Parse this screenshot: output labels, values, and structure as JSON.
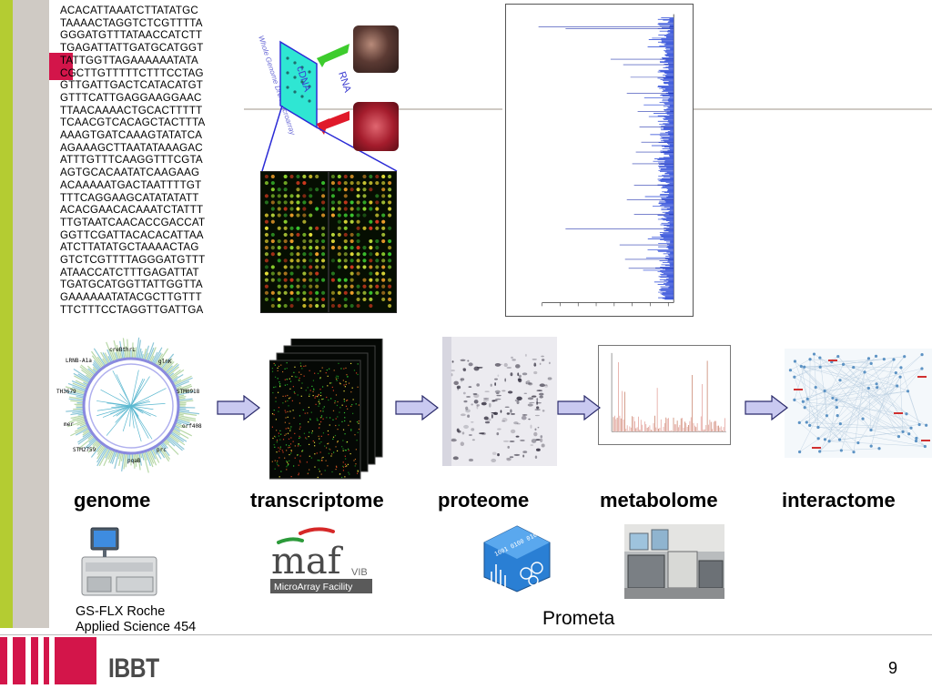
{
  "dna_sequence": [
    "ACACATTAAATCTTATATGC",
    "TAAAACTAGGTCTCGTTTTA",
    "GGGATGTTTATAACCATCTT",
    "TGAGATTATTGATGCATGGT",
    "TATTGGTTAGAAAAAATATA",
    "CGCTTGTTTTTCTTTCCTAG",
    "GTTGATTGACTCATACATGT",
    "GTTTCATTGAGGAAGGAAC",
    "TTAACAAAACTGCACTTTTT",
    "TCAACGTCACAGCTACTTTA",
    "AAAGTGATCAAAGTATATCA",
    "AGAAAGCTTAATATAAAGAC",
    "ATTTGTTTCAAGGTTTCGTA",
    "AGTGCACAATATCAAGAAG",
    "ACAAAAATGACTAATTTTGT",
    "TTTCAGGAAGCATATATATT",
    "ACACGAACACAAATCTATTT",
    "TTGTAATCAACACCGACCAT",
    "GGTTCGATTACACACATTAA",
    "ATCTTATATGCTAAAACTAG",
    "GTCTCGTTTTAGGGATGTTT",
    "ATAACCATCTTTGAGATTAT",
    "TGATGCATGGTTATTGGTTA",
    "GAAAAAATATACGCTTGTTT",
    "TTCTTTCCTAGGTTGATTGA"
  ],
  "array_diagram": {
    "side_label": "Whole Genome DNA Microarray",
    "cdna_label": "cDNA",
    "rna_label": "RNA"
  },
  "genome_map": {
    "labels": [
      "creBthrL",
      "LRNB-A1a",
      "glnK",
      "TH3679",
      "STM0918",
      "orf408",
      "mer",
      "STM2759",
      "prc",
      "pqaB"
    ]
  },
  "omics": {
    "genome": "genome",
    "transcriptome": "transcriptome",
    "proteome": "proteome",
    "metabolome": "metabolome",
    "interactome": "interactome"
  },
  "sequencer": {
    "caption_line1": "GS-FLX Roche",
    "caption_line2": "Applied Science 454"
  },
  "maf": {
    "logo_text": "maf",
    "vib": "VIB",
    "subtitle": "MicroArray Facility"
  },
  "prometa": {
    "logo_digits": "1001 0100 0101",
    "caption": "Prometa"
  },
  "footer": {
    "logo_text": "IBBT",
    "page_number": "9"
  },
  "colors": {
    "band_gray": "#cfcac4",
    "band_green": "#b4cc32",
    "accent_red": "#d3154a",
    "arrow_fill": "#c9c9f0",
    "arrow_stroke": "#2b2b6b"
  }
}
